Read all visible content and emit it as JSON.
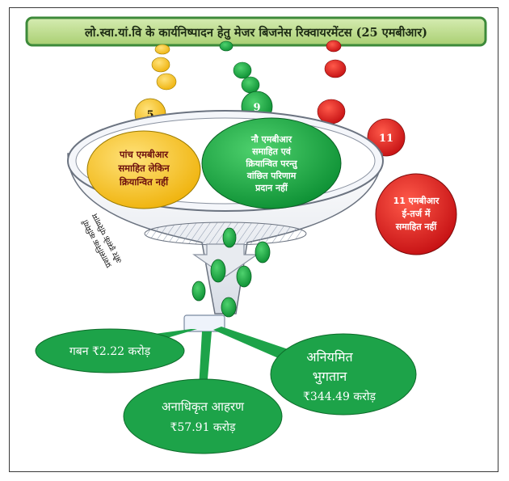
{
  "title": "लो.स्वा.यां.वि के कार्यनिष्पादन हेतु मेजर बिजनेस रिक्वायरमेंटस (25 एमबीआर)",
  "groups": {
    "yellow": {
      "count": "5",
      "text": [
        "पांच एमबीआर",
        "समाहित लेकिन",
        "क्रियान्वित नहीं"
      ]
    },
    "green": {
      "count": "9",
      "text": [
        "नौ एमबीआर",
        "समाहित एवं",
        "क्रियान्वित परन्तु",
        "वांछित परिणाम",
        "प्रदान नहीं"
      ]
    },
    "red": {
      "count": "11",
      "text": [
        "11 एमबीआर",
        "ई-तर्ज में",
        "समाहित नहीं"
      ]
    }
  },
  "funnel_side_label": [
    "प्रशासनिक कमियाँ",
    "और इसके परिणाम"
  ],
  "outcomes": {
    "embezzlement": "गबन ₹2.22 करोड़",
    "irregular": [
      "अनियमित",
      "भुगतान",
      "₹344.49 करोड़"
    ],
    "unauthorized": [
      "अनाधिकृत आहरण",
      "₹57.91 करोड़"
    ]
  },
  "colors": {
    "title_fill": "#b9d98a",
    "title_border": "#3d8a3a",
    "yellow": "#f6bf1a",
    "green": "#14a53f",
    "red": "#de1e1e",
    "outcome_green": "#1da349"
  }
}
